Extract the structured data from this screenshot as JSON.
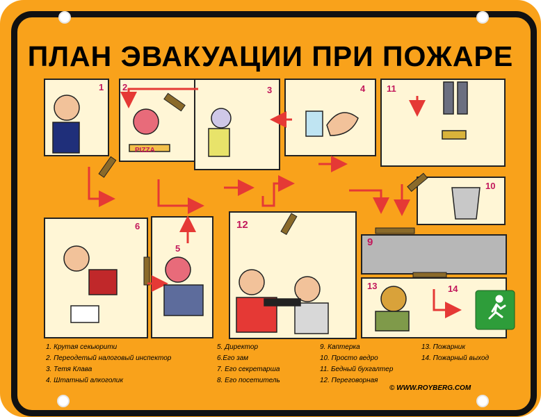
{
  "title": "ПЛАН ЭВАКУАЦИИ ПРИ ПОЖАРЕ",
  "rooms": {
    "r1": "1",
    "r2": "2",
    "r3": "3",
    "r4": "4",
    "r5": "5",
    "r6": "6",
    "r9": "9",
    "r10": "10",
    "r11": "11",
    "r12": "12",
    "r13": "13",
    "r14": "14"
  },
  "pizza_label": "PIZZA",
  "legend": {
    "col1": [
      "1. Крутая секьюрити",
      "2. Переодетый налоговый инспектор",
      "3. Тетя Клава",
      "4. Штатный алкоголик"
    ],
    "col2": [
      "5. Директор",
      "6.Его зам",
      "7. Его секретарша",
      "8. Его посетитель"
    ],
    "col3": [
      "9. Каптерка",
      "10. Просто ведро",
      "11. Бедный бухгалтер",
      "12. Переговорная"
    ],
    "col4": [
      "13. Пожарник",
      "14. Пожарный выход"
    ]
  },
  "copyright": "© WWW.ROYBERG.COM",
  "colors": {
    "sign": "#f9a21b",
    "room": "#fff6d6",
    "arrow": "#e53935",
    "exit": "#2e9d3a",
    "number": "#c2185b"
  }
}
